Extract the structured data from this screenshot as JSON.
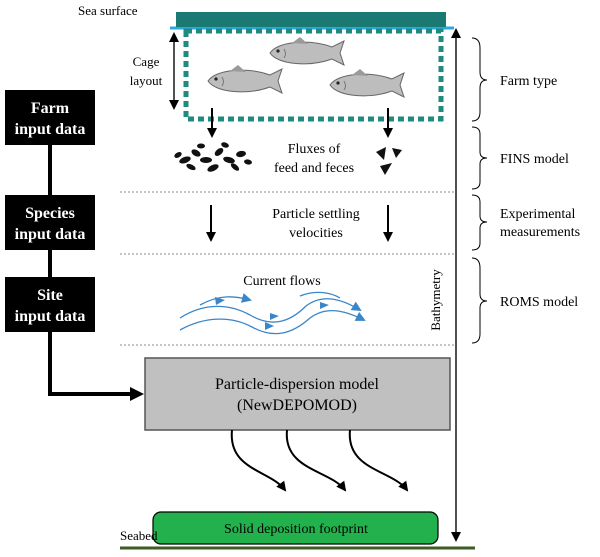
{
  "labels": {
    "sea_surface": "Sea surface",
    "seabed": "Seabed",
    "cage_layout_line1": "Cage",
    "cage_layout_line2": "layout",
    "fluxes_line1": "Fluxes of",
    "fluxes_line2": "feed and feces",
    "settling_line1": "Particle settling",
    "settling_line2": "velocities",
    "current_flows": "Current flows",
    "bathymetry": "Bathymetry"
  },
  "inputs": [
    {
      "line1": "Farm",
      "line2": "input data"
    },
    {
      "line1": "Species",
      "line2": "input data"
    },
    {
      "line1": "Site",
      "line2": "input data"
    }
  ],
  "model_box": {
    "line1": "Particle-dispersion model",
    "line2": "(NewDEPOMOD)",
    "fill": "#c0c0c0"
  },
  "footprint": {
    "label": "Solid deposition footprint",
    "fill": "#22b14c"
  },
  "brackets": [
    {
      "line1": "Farm type"
    },
    {
      "line1": "FINS model"
    },
    {
      "line1": "Experimental",
      "line2": "measurements"
    },
    {
      "line1": "ROMS model"
    }
  ],
  "colors": {
    "sea_line": "#29a9e0",
    "cage_top": "#1a7a73",
    "cage_dotted": "#1f8a7e",
    "current_arrows": "#3a86c8",
    "seabed_line": "#3b5e27"
  }
}
